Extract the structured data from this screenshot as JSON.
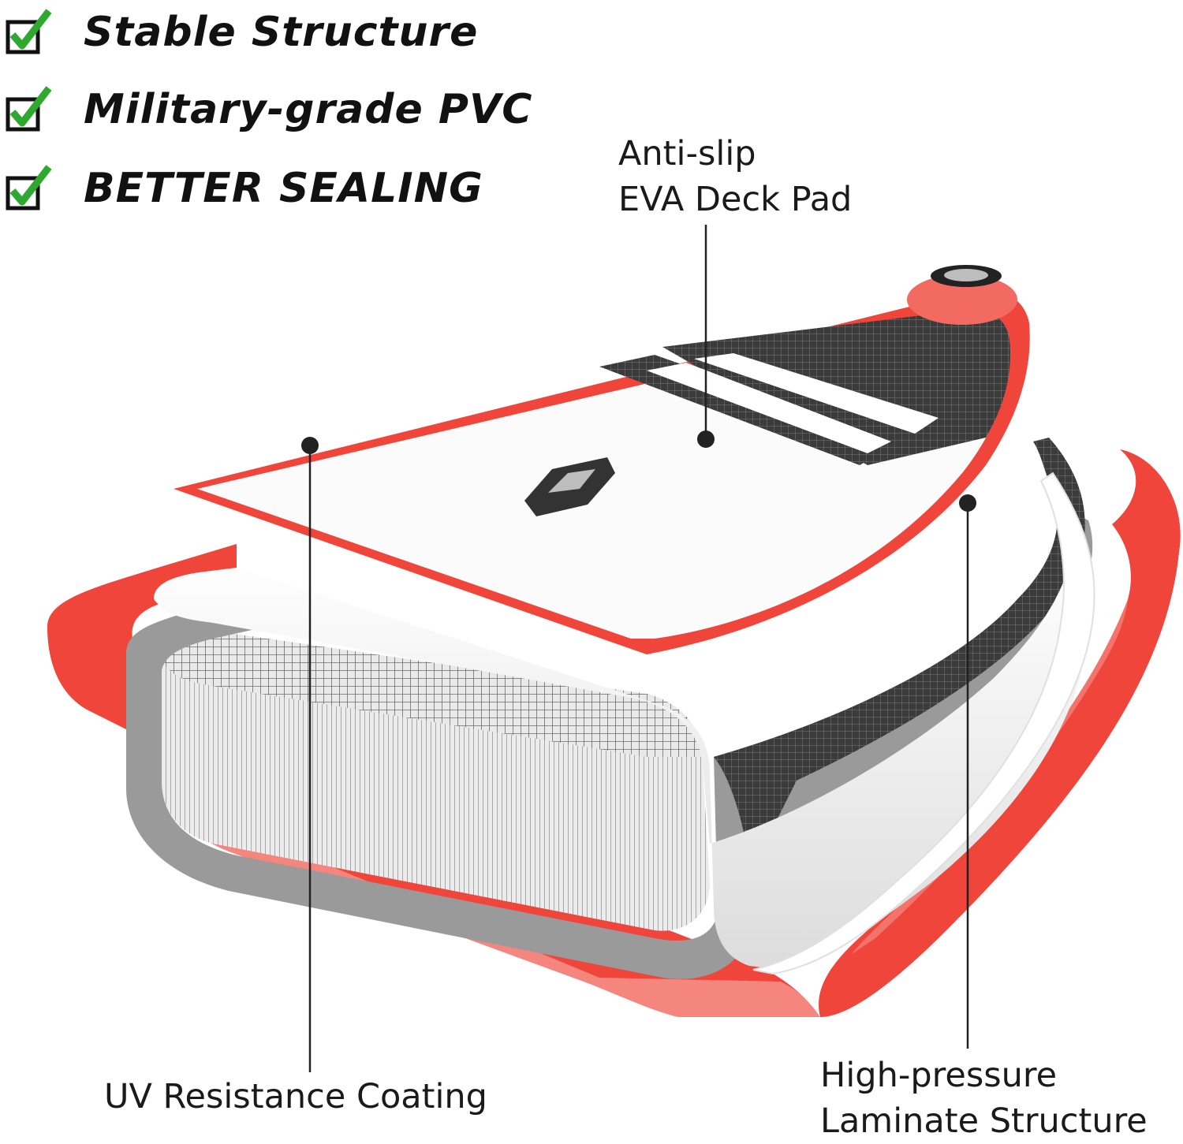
{
  "features": [
    {
      "text": "Stable Structure",
      "icon": "checkbox-checked-icon"
    },
    {
      "text": "Military-grade PVC",
      "icon": "checkbox-checked-icon"
    },
    {
      "text": "BETTER SEALING",
      "icon": "checkbox-checked-icon"
    }
  ],
  "callouts": {
    "deck_pad": {
      "line1": "Anti-slip",
      "line2": "EVA Deck Pad"
    },
    "coating": {
      "line1": "UV Resistance Coating"
    },
    "laminate": {
      "line1": "High-pressure",
      "line2": "Laminate Structure"
    }
  },
  "colors": {
    "accent_red": "#f0453a",
    "deck_black": "#2b2b2b",
    "check_green": "#2fa82f",
    "layer_white": "#f6f6f6",
    "mesh_gray": "#5a5a5a"
  }
}
